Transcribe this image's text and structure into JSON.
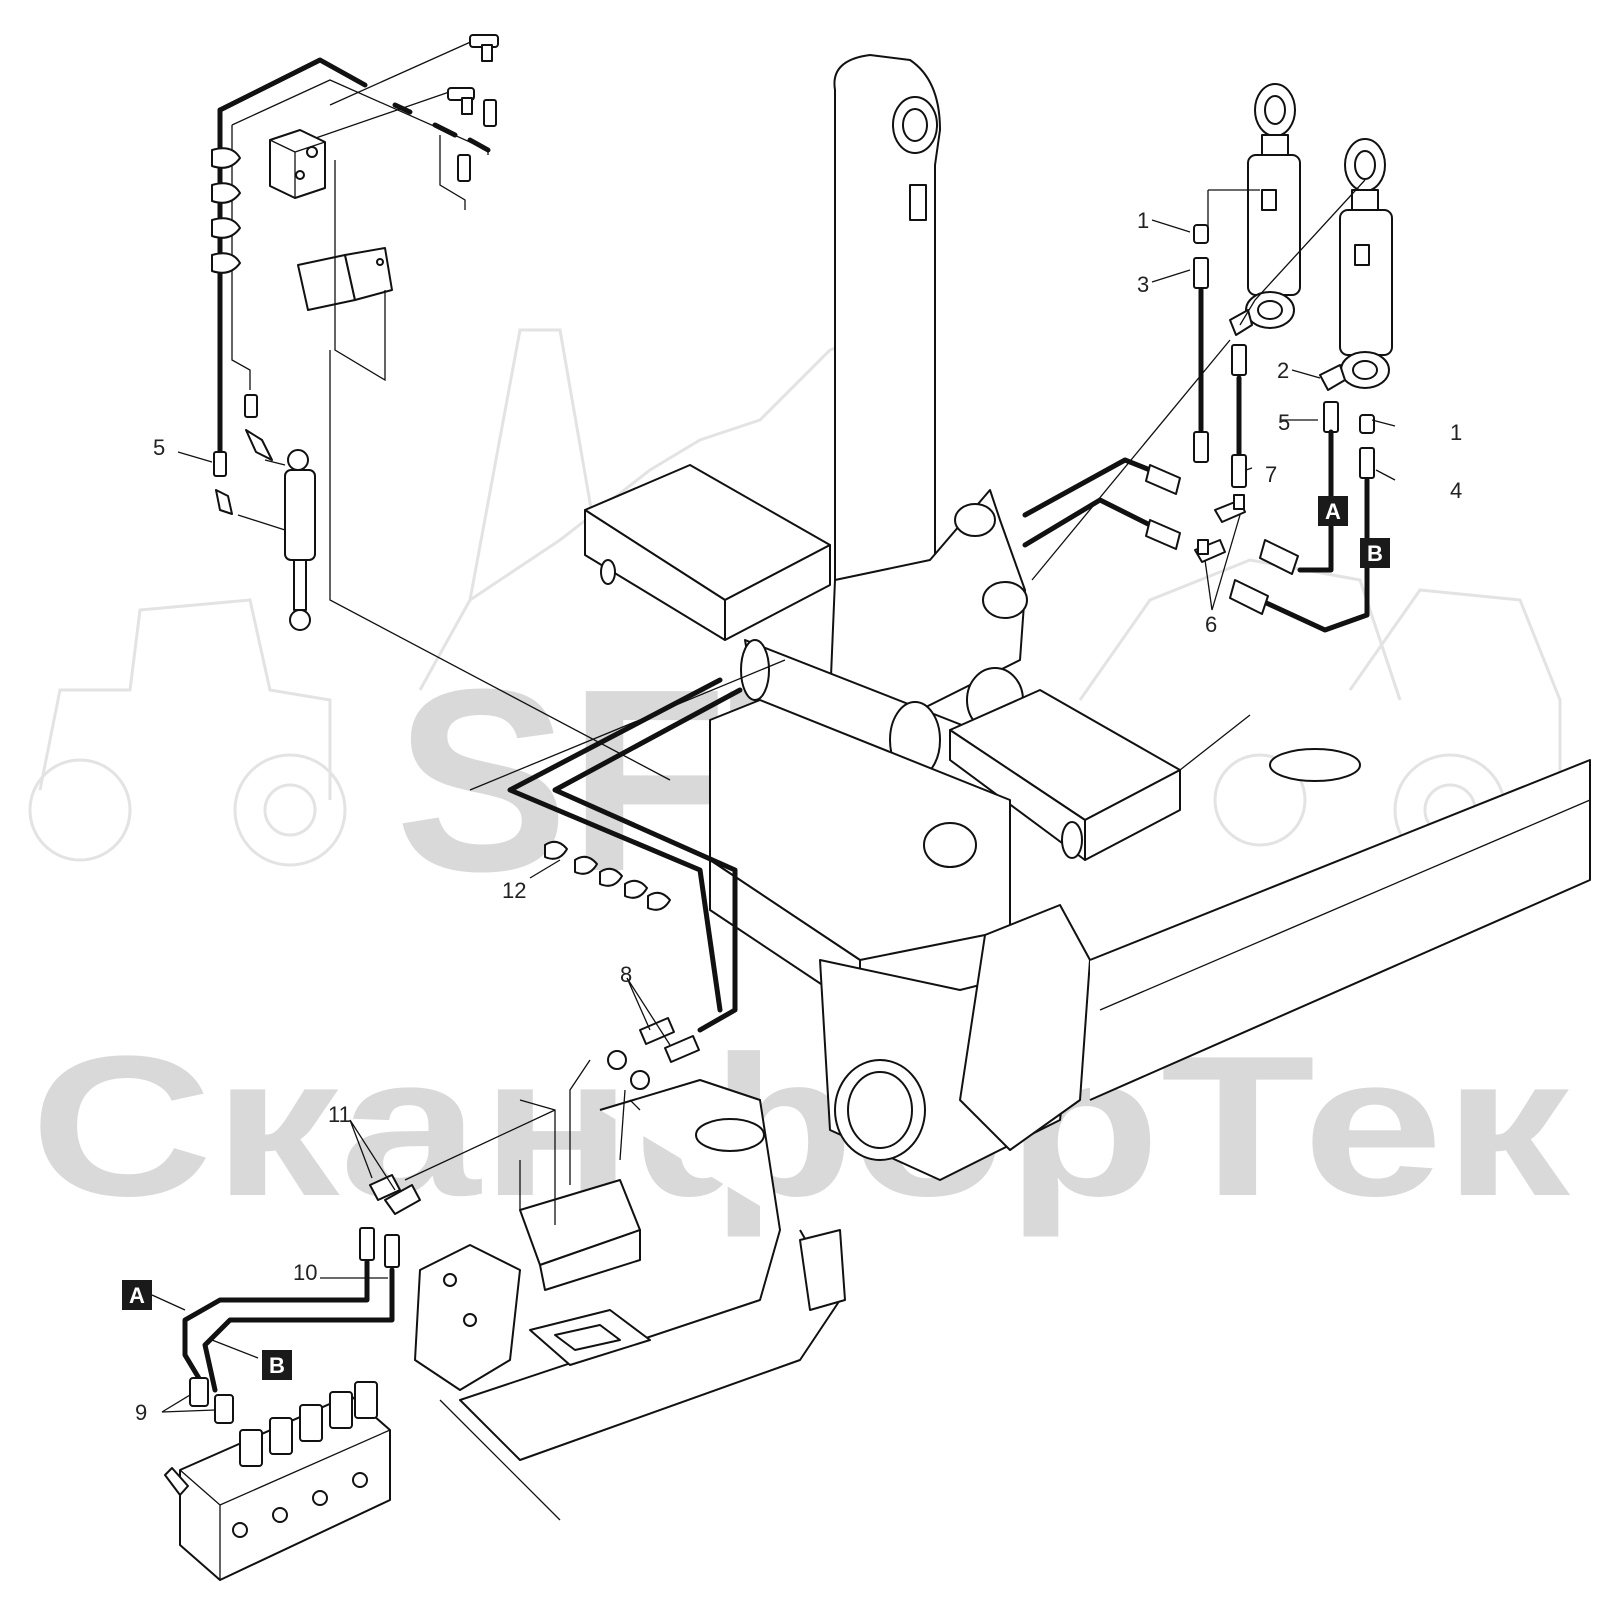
{
  "watermark": {
    "brand": "SFT",
    "company": "СканфорТек",
    "color": "#d9d9d9"
  },
  "callouts": {
    "c1a": "1",
    "c3": "3",
    "c2": "2",
    "c5a": "5",
    "c1b": "1",
    "c7": "7",
    "c4": "4",
    "c6": "6",
    "c5b": "5",
    "c12": "12",
    "c8": "8",
    "c11": "11",
    "c10": "10",
    "c9": "9"
  },
  "connectors": {
    "A_right": "A",
    "B_right": "B",
    "A_left": "A",
    "B_left": "B"
  },
  "colors": {
    "line": "#111111",
    "label_box": "#1a1a1a"
  }
}
